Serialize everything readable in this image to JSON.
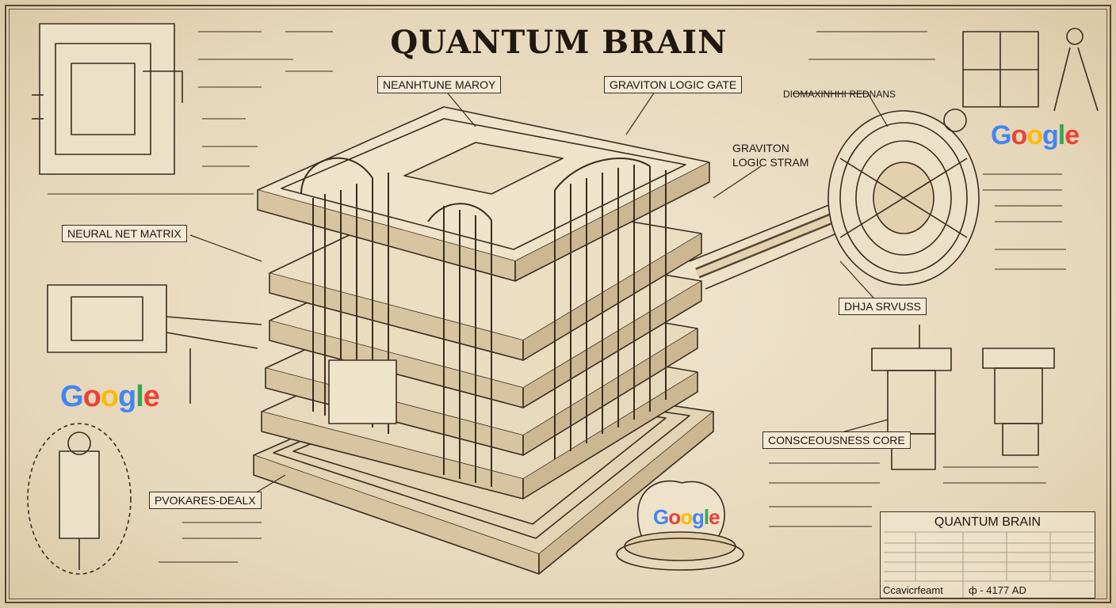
{
  "title": "QUANTUM BRAIN",
  "labels": {
    "memory": "NEANHTUNE MAROY",
    "graviton_gate": "GRAVITON LOGIC GATE",
    "graviton_stream_line1": "GRAVITON",
    "graviton_stream_line2": "LOGIC STRAM",
    "neural_net": "NEURAL NET MATRIX",
    "dna": "DHJA SRVUSS",
    "consciousness": "CONSCEOUSNESS CORE",
    "workares": "PVOKARES-DEALX",
    "top_right": "DIOMAXINHHI REDNANS"
  },
  "brand": {
    "word": "Google",
    "colors": [
      "#4285F4",
      "#EA4335",
      "#FBBC05",
      "#4285F4",
      "#34A853",
      "#EA4335"
    ]
  },
  "title_block": {
    "title": "QUANTUM BRAIN",
    "footer_left": "Ccavicrfeamt",
    "footer_right": "ф - 4177 AD"
  },
  "colors": {
    "paper": "#ebdfc7",
    "ink": "#3b2d20"
  }
}
